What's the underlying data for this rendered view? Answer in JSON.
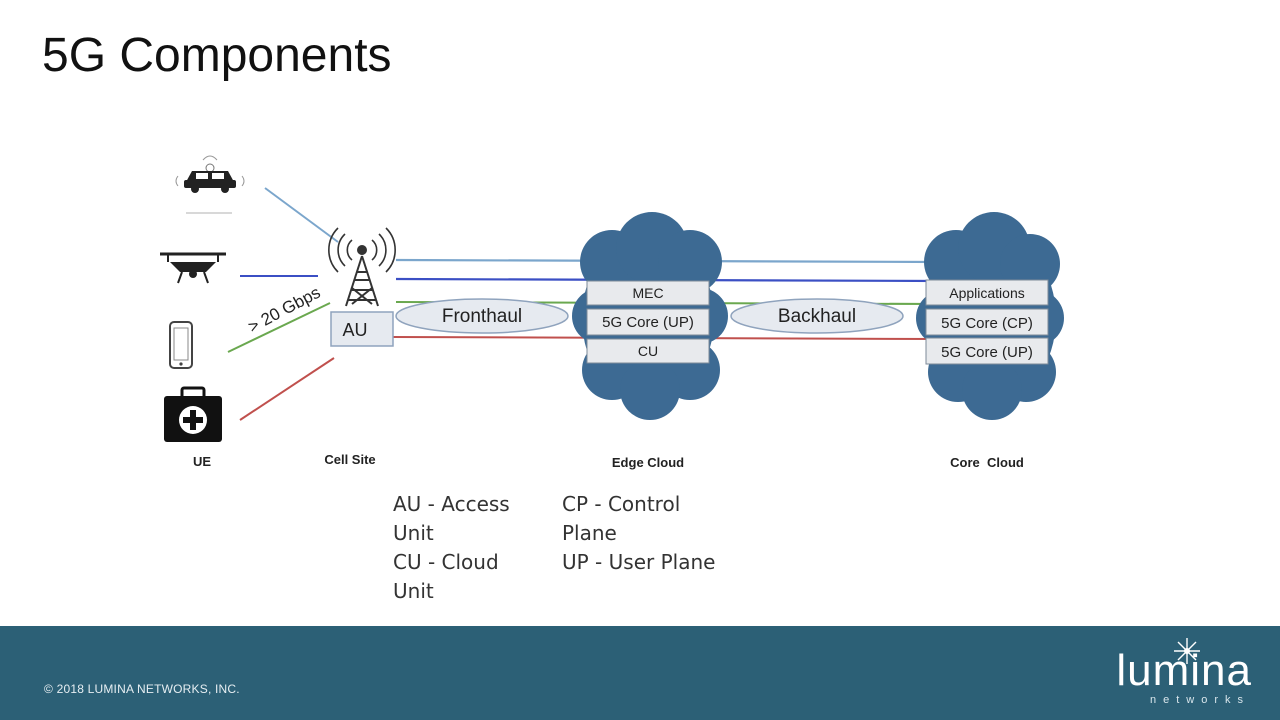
{
  "slide": {
    "title": "5G Components"
  },
  "diagram": {
    "ue_label": "UE",
    "cell_site_label": "Cell Site",
    "edge_cloud_label": "Edge Cloud",
    "core_cloud_label": "Core  Cloud",
    "au_label": "AU",
    "speed_label": "> 20 Gbps",
    "fronthaul_label": "Fronthaul",
    "backhaul_label": "Backhaul",
    "edge_boxes": [
      "MEC",
      "5G Core (UP)",
      "CU"
    ],
    "core_boxes": [
      "Applications",
      "5G Core (CP)",
      "5G Core (UP)"
    ],
    "devices": [
      "car-icon",
      "drone-icon",
      "phone-icon",
      "medical-kit-icon"
    ],
    "link_colors": {
      "light_blue": "#7ba6cc",
      "blue": "#3b4fc4",
      "green": "#6aa84f",
      "red": "#c0504d"
    },
    "cloud_color": "#3d6a93"
  },
  "legend": {
    "col1": [
      "AU - Access",
      "Unit",
      "CU - Cloud",
      "Unit"
    ],
    "col2": [
      "CP - Control",
      "Plane",
      "UP - User Plane"
    ]
  },
  "footer": {
    "copyright": "© 2018 LUMINA NETWORKS, INC.",
    "brand": "lumina",
    "brand_sub": "networks",
    "bar_color": "#2c6076"
  }
}
